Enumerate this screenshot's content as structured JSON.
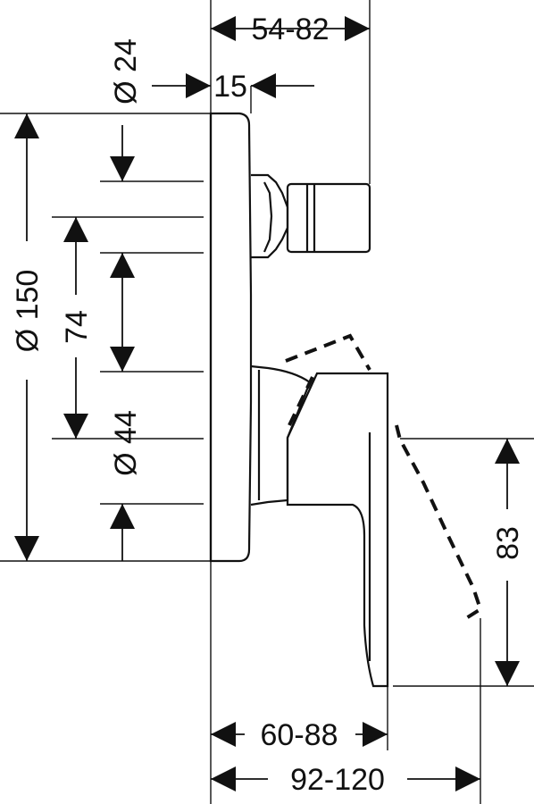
{
  "dimensions": {
    "top_depth": "54-82",
    "wall_offset": "15",
    "outlet_diameter": "Ø 24",
    "plate_diameter": "Ø 150",
    "center_distance": "74",
    "handle_diameter": "Ø 44",
    "handle_height": "83",
    "handle_depth": "60-88",
    "total_depth": "92-120"
  }
}
